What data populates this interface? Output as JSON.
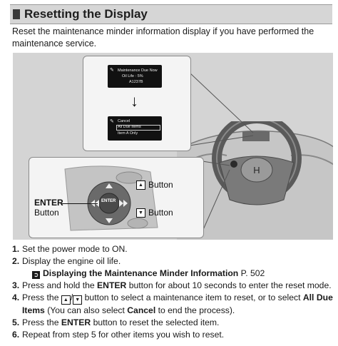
{
  "header": {
    "title": "Resetting the Display"
  },
  "intro": "Reset the maintenance minder information display if you have performed the maintenance service.",
  "figure": {
    "lcd1": {
      "line1": "Maintenance Due Now",
      "line2": "Oil Life :   5%",
      "line3": "A1237B"
    },
    "lcd2": {
      "line1": "Cancel",
      "line2": "All Due Items",
      "line3": "Item A Only"
    },
    "enter_label_line1": "ENTER",
    "enter_label_line2": "Button",
    "pad_text": "ENTER",
    "up_label": "Button",
    "down_label": "Button",
    "up_icon": "▲",
    "down_icon": "▼"
  },
  "steps": [
    {
      "num": "1.",
      "pre": "Set the power mode to ON."
    },
    {
      "num": "2.",
      "pre": "Display the engine oil life.",
      "ref_link": "Displaying the Maintenance Minder Information",
      "ref_page": " P. 502"
    },
    {
      "num": "3.",
      "pre": "Press and hold the ",
      "bold1": "ENTER",
      "post": " button for about 10 seconds to enter the reset mode."
    },
    {
      "num": "4.",
      "pre": "Press the ",
      "slash": "/",
      "mid": " button to select a maintenance item to reset, or to select ",
      "bold1": "All Due Items",
      "mid2": " (You can also select ",
      "bold2": "Cancel",
      "post": " to end the process)."
    },
    {
      "num": "5.",
      "pre": "Press the ",
      "bold1": "ENTER",
      "post": " button to reset the selected item."
    },
    {
      "num": "6.",
      "pre": "Repeat from step 5 for other items you wish to reset."
    }
  ]
}
